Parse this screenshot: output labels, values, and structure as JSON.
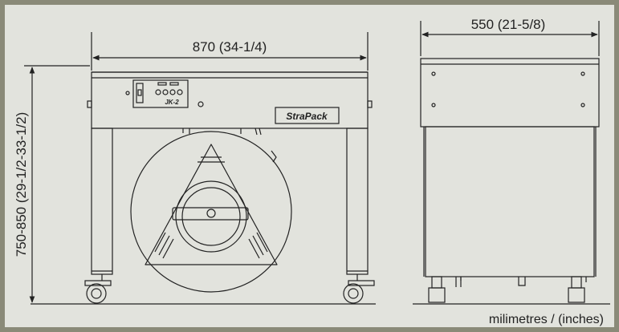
{
  "dimensions": {
    "width_front": "870 (34-1/4)",
    "width_side": "550 (21-5/8)",
    "height": "750-850 (29-1/2-33-1/2)"
  },
  "units_label": "milimetres / (inches)",
  "brand_label": "StraPack",
  "model_label": "JK-2",
  "colors": {
    "border": "#8a8a78",
    "background": "#e2e3dd",
    "line": "#222222"
  }
}
